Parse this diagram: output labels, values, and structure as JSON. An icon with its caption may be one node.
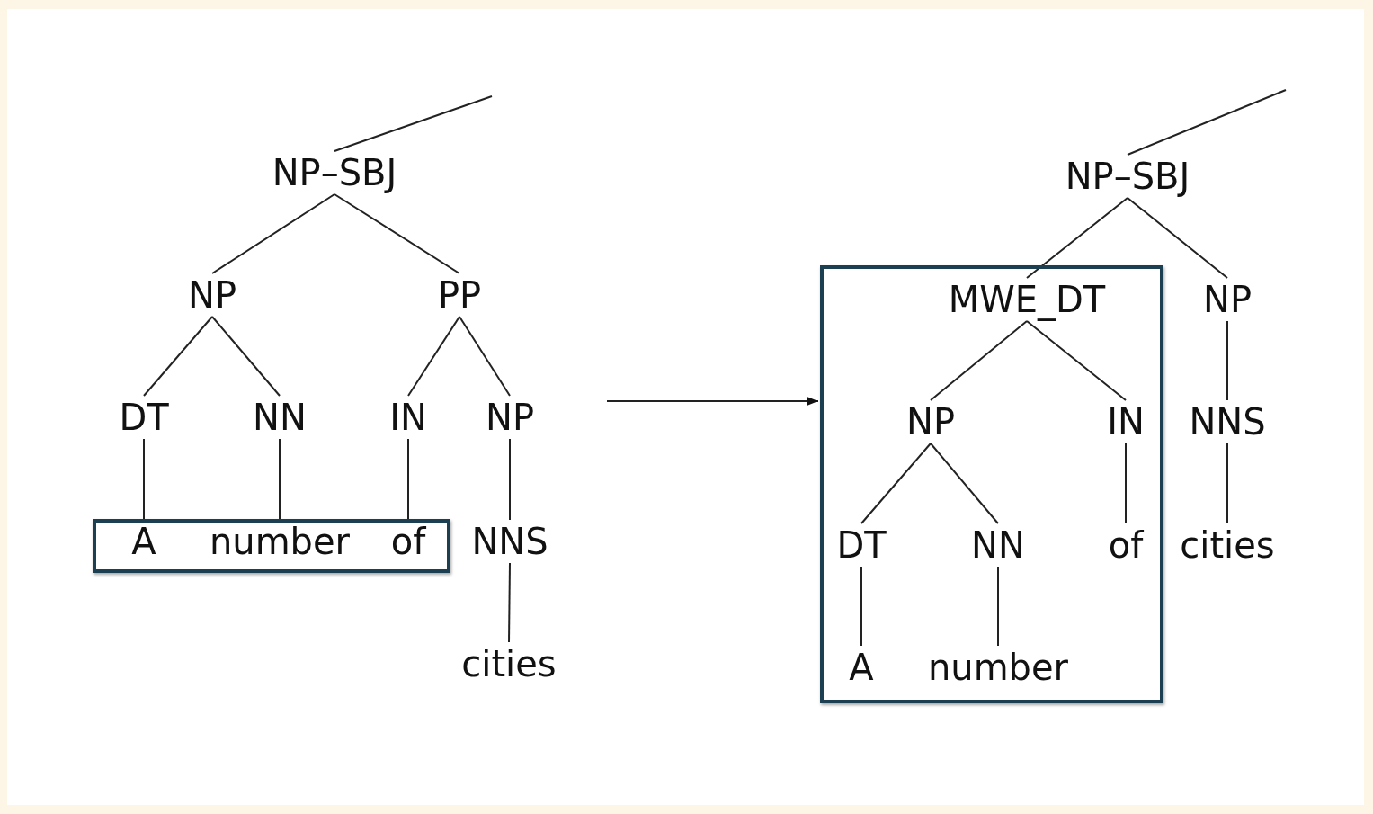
{
  "diagram": {
    "nodes": [
      {
        "text": [
          "NP–SBJ"
        ]
      },
      {
        "text": [
          "NP"
        ]
      },
      {
        "text": [
          "PP"
        ]
      },
      {
        "text": [
          "DT"
        ]
      },
      {
        "text": [
          "NN"
        ]
      },
      {
        "text": [
          "IN"
        ]
      },
      {
        "text": [
          "NP"
        ]
      },
      {
        "text": [],
        "shape": "box"
      },
      {
        "text": [
          "A"
        ],
        "in": 7
      },
      {
        "text": [
          "number"
        ],
        "in": 7
      },
      {
        "text": [
          "of"
        ],
        "in": 7
      },
      {
        "text": [
          "NNS"
        ]
      },
      {
        "text": [
          "cities"
        ]
      },
      {
        "text": [
          "NP–SBJ"
        ]
      },
      {
        "text": [],
        "shape": "box"
      },
      {
        "text": [
          "MWE_DT"
        ],
        "in": 14
      },
      {
        "text": [
          "NP"
        ],
        "in": 14
      },
      {
        "text": [
          "IN"
        ],
        "in": 14
      },
      {
        "text": [
          "DT"
        ],
        "in": 14
      },
      {
        "text": [
          "NN"
        ],
        "in": 14
      },
      {
        "text": [
          "of"
        ],
        "in": 14
      },
      {
        "text": [
          "A"
        ],
        "in": 14
      },
      {
        "text": [
          "number"
        ],
        "in": 14
      },
      {
        "text": [
          "NP"
        ]
      },
      {
        "text": [
          "NNS"
        ]
      },
      {
        "text": [
          "cities"
        ]
      }
    ],
    "edges": [
      {
        "from": 0,
        "to": null,
        "arrow": "none"
      },
      {
        "from": 0,
        "to": 1,
        "arrow": "none"
      },
      {
        "from": 0,
        "to": 2,
        "arrow": "none"
      },
      {
        "from": 1,
        "to": 3,
        "arrow": "none"
      },
      {
        "from": 1,
        "to": 4,
        "arrow": "none"
      },
      {
        "from": 2,
        "to": 5,
        "arrow": "none"
      },
      {
        "from": 2,
        "to": 6,
        "arrow": "none"
      },
      {
        "from": 3,
        "to": 8,
        "arrow": "none"
      },
      {
        "from": 4,
        "to": 9,
        "arrow": "none"
      },
      {
        "from": 5,
        "to": 10,
        "arrow": "none"
      },
      {
        "from": 6,
        "to": 11,
        "arrow": "none"
      },
      {
        "from": 11,
        "to": 12,
        "arrow": "none"
      },
      {
        "from": null,
        "to": 14,
        "arrow": "to"
      },
      {
        "from": 13,
        "to": null,
        "arrow": "none"
      },
      {
        "from": 13,
        "to": 15,
        "arrow": "none"
      },
      {
        "from": 13,
        "to": 23,
        "arrow": "none"
      },
      {
        "from": 15,
        "to": 16,
        "arrow": "none"
      },
      {
        "from": 15,
        "to": 17,
        "arrow": "none"
      },
      {
        "from": 16,
        "to": 18,
        "arrow": "none"
      },
      {
        "from": 16,
        "to": 19,
        "arrow": "none"
      },
      {
        "from": 17,
        "to": 20,
        "arrow": "none"
      },
      {
        "from": 18,
        "to": 21,
        "arrow": "none"
      },
      {
        "from": 19,
        "to": 22,
        "arrow": "none"
      },
      {
        "from": 23,
        "to": 24,
        "arrow": "none"
      },
      {
        "from": 24,
        "to": 25,
        "arrow": "none"
      }
    ]
  }
}
